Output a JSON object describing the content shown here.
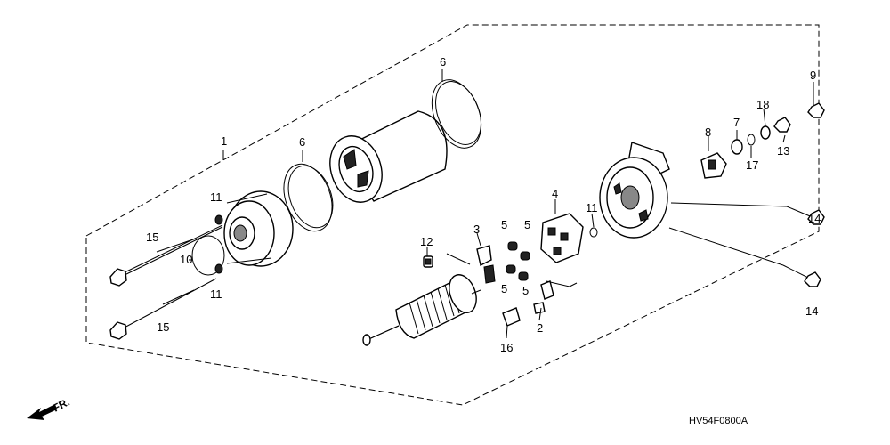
{
  "diagram": {
    "diagram_code": "HV54F0800A",
    "direction_label": "FR.",
    "callouts": [
      {
        "id": "c1",
        "text": "1"
      },
      {
        "id": "c2",
        "text": "2"
      },
      {
        "id": "c3",
        "text": "3"
      },
      {
        "id": "c4",
        "text": "4"
      },
      {
        "id": "c5a",
        "text": "5"
      },
      {
        "id": "c5b",
        "text": "5"
      },
      {
        "id": "c5c",
        "text": "5"
      },
      {
        "id": "c5d",
        "text": "5"
      },
      {
        "id": "c6a",
        "text": "6"
      },
      {
        "id": "c6b",
        "text": "6"
      },
      {
        "id": "c7",
        "text": "7"
      },
      {
        "id": "c8",
        "text": "8"
      },
      {
        "id": "c9",
        "text": "9"
      },
      {
        "id": "c10",
        "text": "10"
      },
      {
        "id": "c11a",
        "text": "11"
      },
      {
        "id": "c11b",
        "text": "11"
      },
      {
        "id": "c11c",
        "text": "11"
      },
      {
        "id": "c12",
        "text": "12"
      },
      {
        "id": "c13",
        "text": "13"
      },
      {
        "id": "c14a",
        "text": "14"
      },
      {
        "id": "c14b",
        "text": "14"
      },
      {
        "id": "c15a",
        "text": "15"
      },
      {
        "id": "c15b",
        "text": "15"
      },
      {
        "id": "c16",
        "text": "16"
      },
      {
        "id": "c17",
        "text": "17"
      },
      {
        "id": "c18",
        "text": "18"
      }
    ]
  }
}
